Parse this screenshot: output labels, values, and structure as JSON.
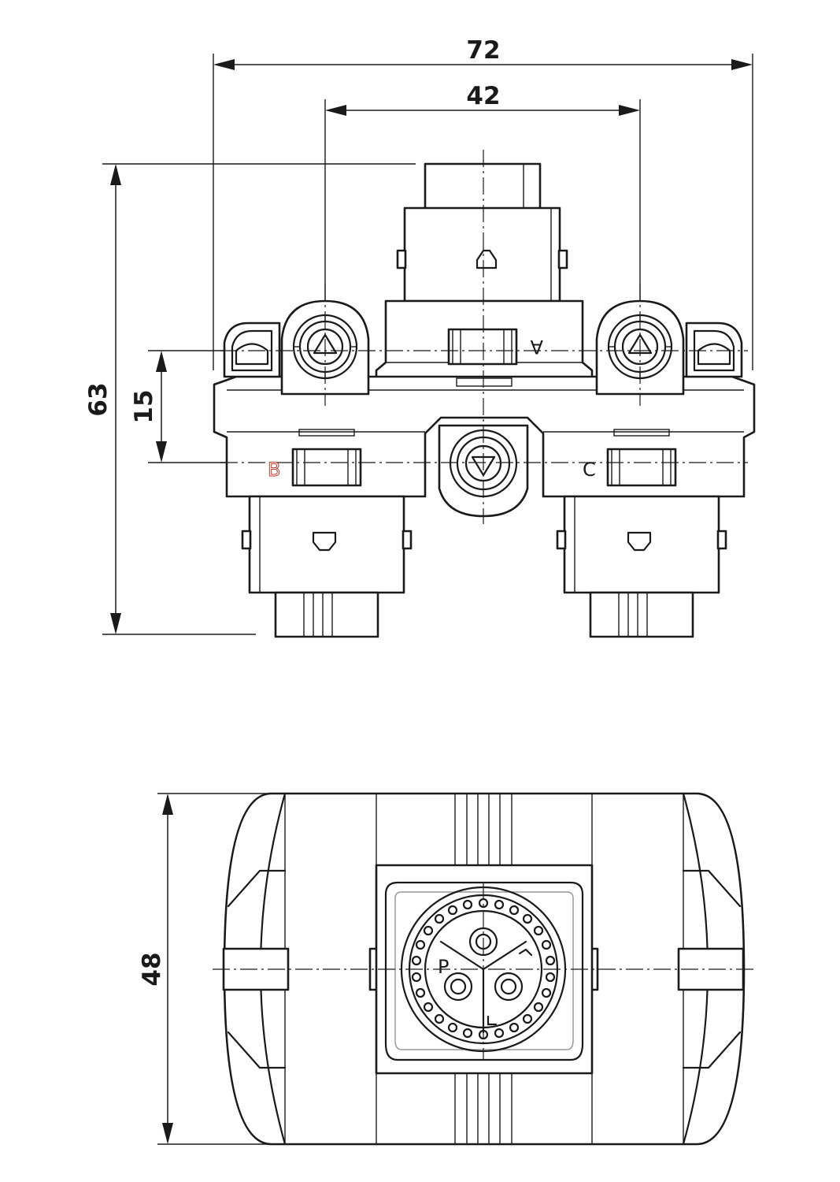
{
  "dimensions": {
    "width_overall": "72",
    "width_ports": "42",
    "height_overall": "63",
    "offset_vertical": "15",
    "depth": "48"
  },
  "port_labels": {
    "a": "A",
    "b": "B",
    "c": "C",
    "p": "P"
  }
}
